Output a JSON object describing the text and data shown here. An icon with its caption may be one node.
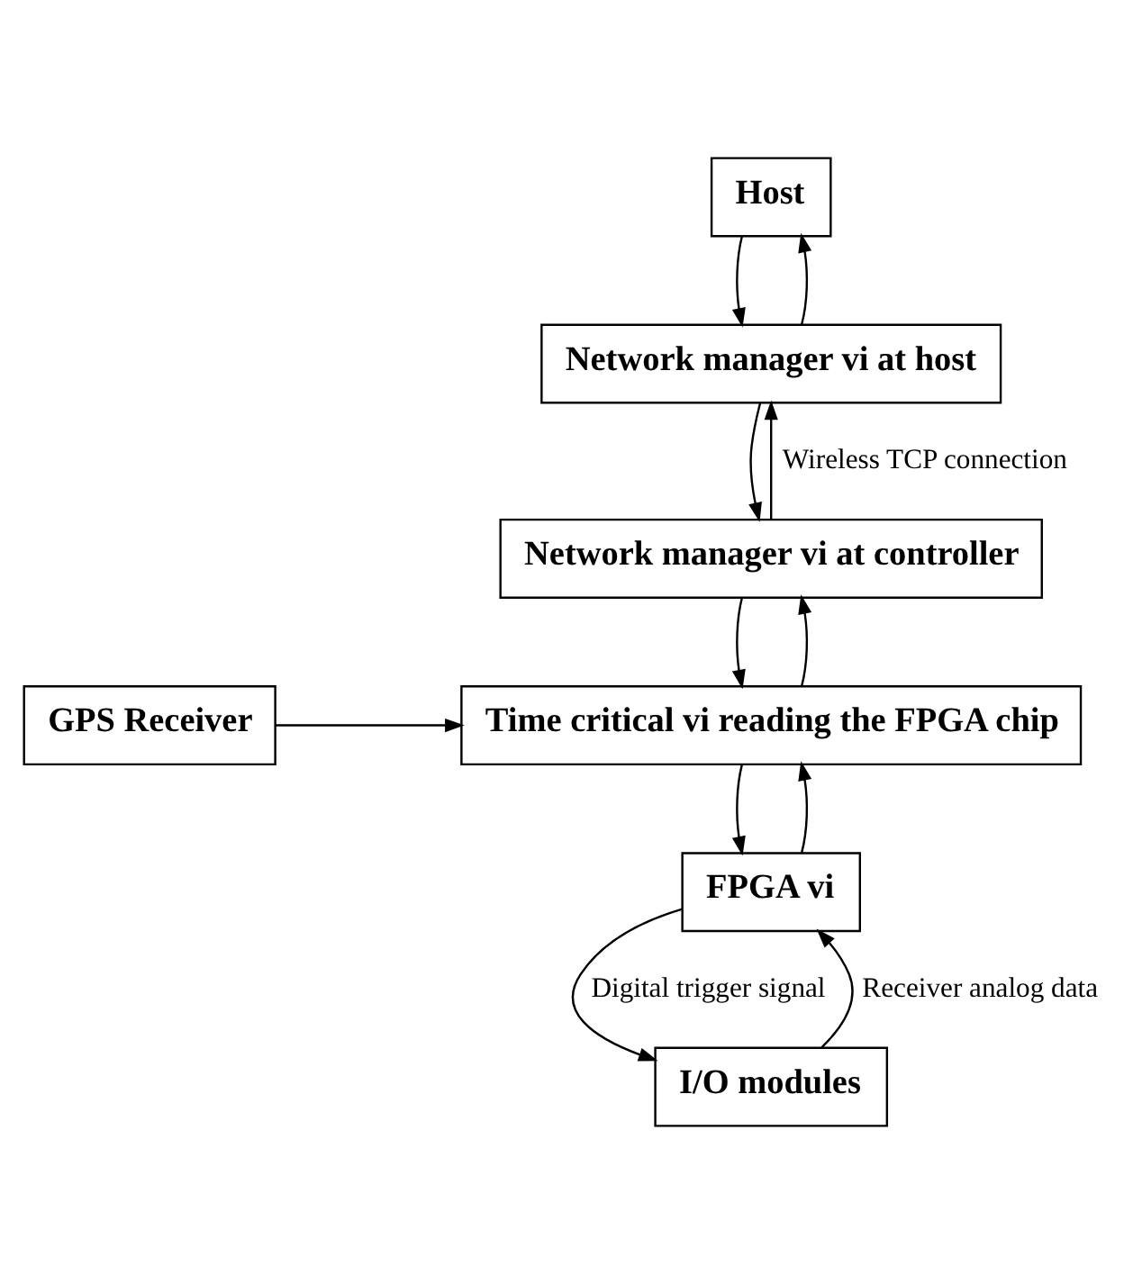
{
  "diagram": {
    "nodes": [
      {
        "text": [
          "Host"
        ]
      },
      {
        "text": [
          "Network manager vi at host"
        ]
      },
      {
        "text": [
          "Network manager vi at controller"
        ]
      },
      {
        "text": [
          "Time critical vi reading the FPGA chip"
        ]
      },
      {
        "text": [
          "GPS Receiver"
        ]
      },
      {
        "text": [
          "FPGA vi"
        ]
      },
      {
        "text": [
          "I/O modules"
        ]
      }
    ],
    "edges": [
      {
        "from": 0,
        "to": 1,
        "arrow": "to"
      },
      {
        "from": 1,
        "to": 0,
        "arrow": "to"
      },
      {
        "from": 1,
        "to": 2,
        "arrow": "to"
      },
      {
        "from": 2,
        "to": 1,
        "arrow": "to",
        "label": "Wireless TCP connection"
      },
      {
        "from": 2,
        "to": 3,
        "arrow": "to"
      },
      {
        "from": 3,
        "to": 2,
        "arrow": "to"
      },
      {
        "from": 4,
        "to": 3,
        "arrow": "to"
      },
      {
        "from": 3,
        "to": 5,
        "arrow": "to"
      },
      {
        "from": 5,
        "to": 3,
        "arrow": "to"
      },
      {
        "from": 5,
        "to": 6,
        "arrow": "to",
        "label": "Digital trigger signal"
      },
      {
        "from": 6,
        "to": 5,
        "arrow": "to",
        "label": "Receiver analog data"
      }
    ]
  }
}
